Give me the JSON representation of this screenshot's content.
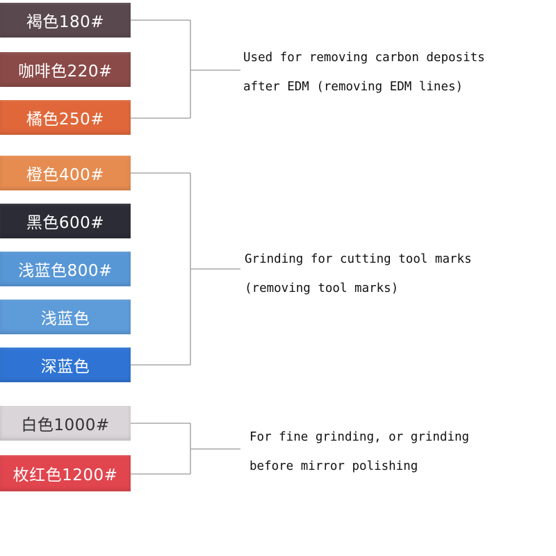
{
  "bars": [
    {
      "label": "褐色180#",
      "color": "#59484e",
      "text": "light"
    },
    {
      "label": "咖啡色220#",
      "color": "#8a4a48",
      "text": "light"
    },
    {
      "label": "橘色250#",
      "color": "#e0673a",
      "text": "light"
    },
    {
      "label": "橙色400#",
      "color": "#e68c50",
      "text": "light"
    },
    {
      "label": "黑色600#",
      "color": "#2c2c36",
      "text": "light"
    },
    {
      "label": "浅蓝色800#",
      "color": "#5897d6",
      "text": "light"
    },
    {
      "label": "浅蓝色",
      "color": "#5d9bd9",
      "text": "light"
    },
    {
      "label": "深蓝色",
      "color": "#2f74d4",
      "text": "light"
    },
    {
      "label": "白色1000#",
      "color": "#d9d5d8",
      "text": "dark"
    },
    {
      "label": "枚红色1200#",
      "color": "#e1454e",
      "text": "light"
    }
  ],
  "groups": [
    {
      "line1": "Used for removing carbon deposits",
      "line2": "after EDM (removing EDM lines)"
    },
    {
      "line1": "Grinding for cutting tool marks",
      "line2": "(removing tool marks)"
    },
    {
      "line1": "For fine grinding, or grinding",
      "line2": "before mirror polishing"
    }
  ],
  "colors": {
    "connector": "#a8a8a8",
    "background": "#ffffff",
    "text": "#111111"
  }
}
